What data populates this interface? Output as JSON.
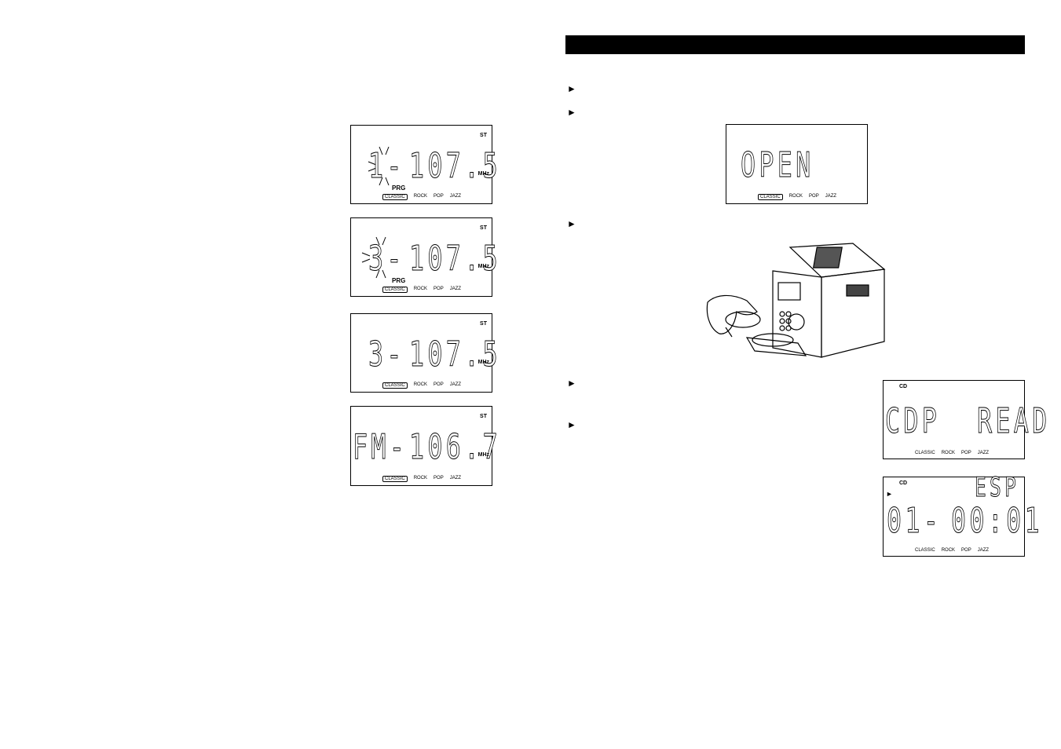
{
  "header_bar": {
    "text": ""
  },
  "arrow_glyph": "►",
  "eq_labels": [
    "CLASSIC",
    "ROCK",
    "POP",
    "JAZZ"
  ],
  "left_displays": [
    {
      "indicator": "ST",
      "unit": "MHz",
      "prg": "PRG",
      "preset": "1-",
      "freq": "107.5"
    },
    {
      "indicator": "ST",
      "unit": "MHz",
      "prg": "PRG",
      "preset": "3-",
      "freq": "107.5"
    },
    {
      "indicator": "ST",
      "unit": "MHz",
      "prg": "",
      "preset": "3-",
      "freq": "107.5"
    },
    {
      "indicator": "ST",
      "unit": "MHz",
      "prg": "",
      "preset": "FM-",
      "freq": "106.7"
    }
  ],
  "open_display": {
    "text": "OPEN"
  },
  "cd_read_display": {
    "indicator": "CD",
    "text": "CDP  READ"
  },
  "esp_display": {
    "indicator": "CD",
    "play": "►",
    "esp": "ESP",
    "track": "01-",
    "time": "00:01"
  }
}
